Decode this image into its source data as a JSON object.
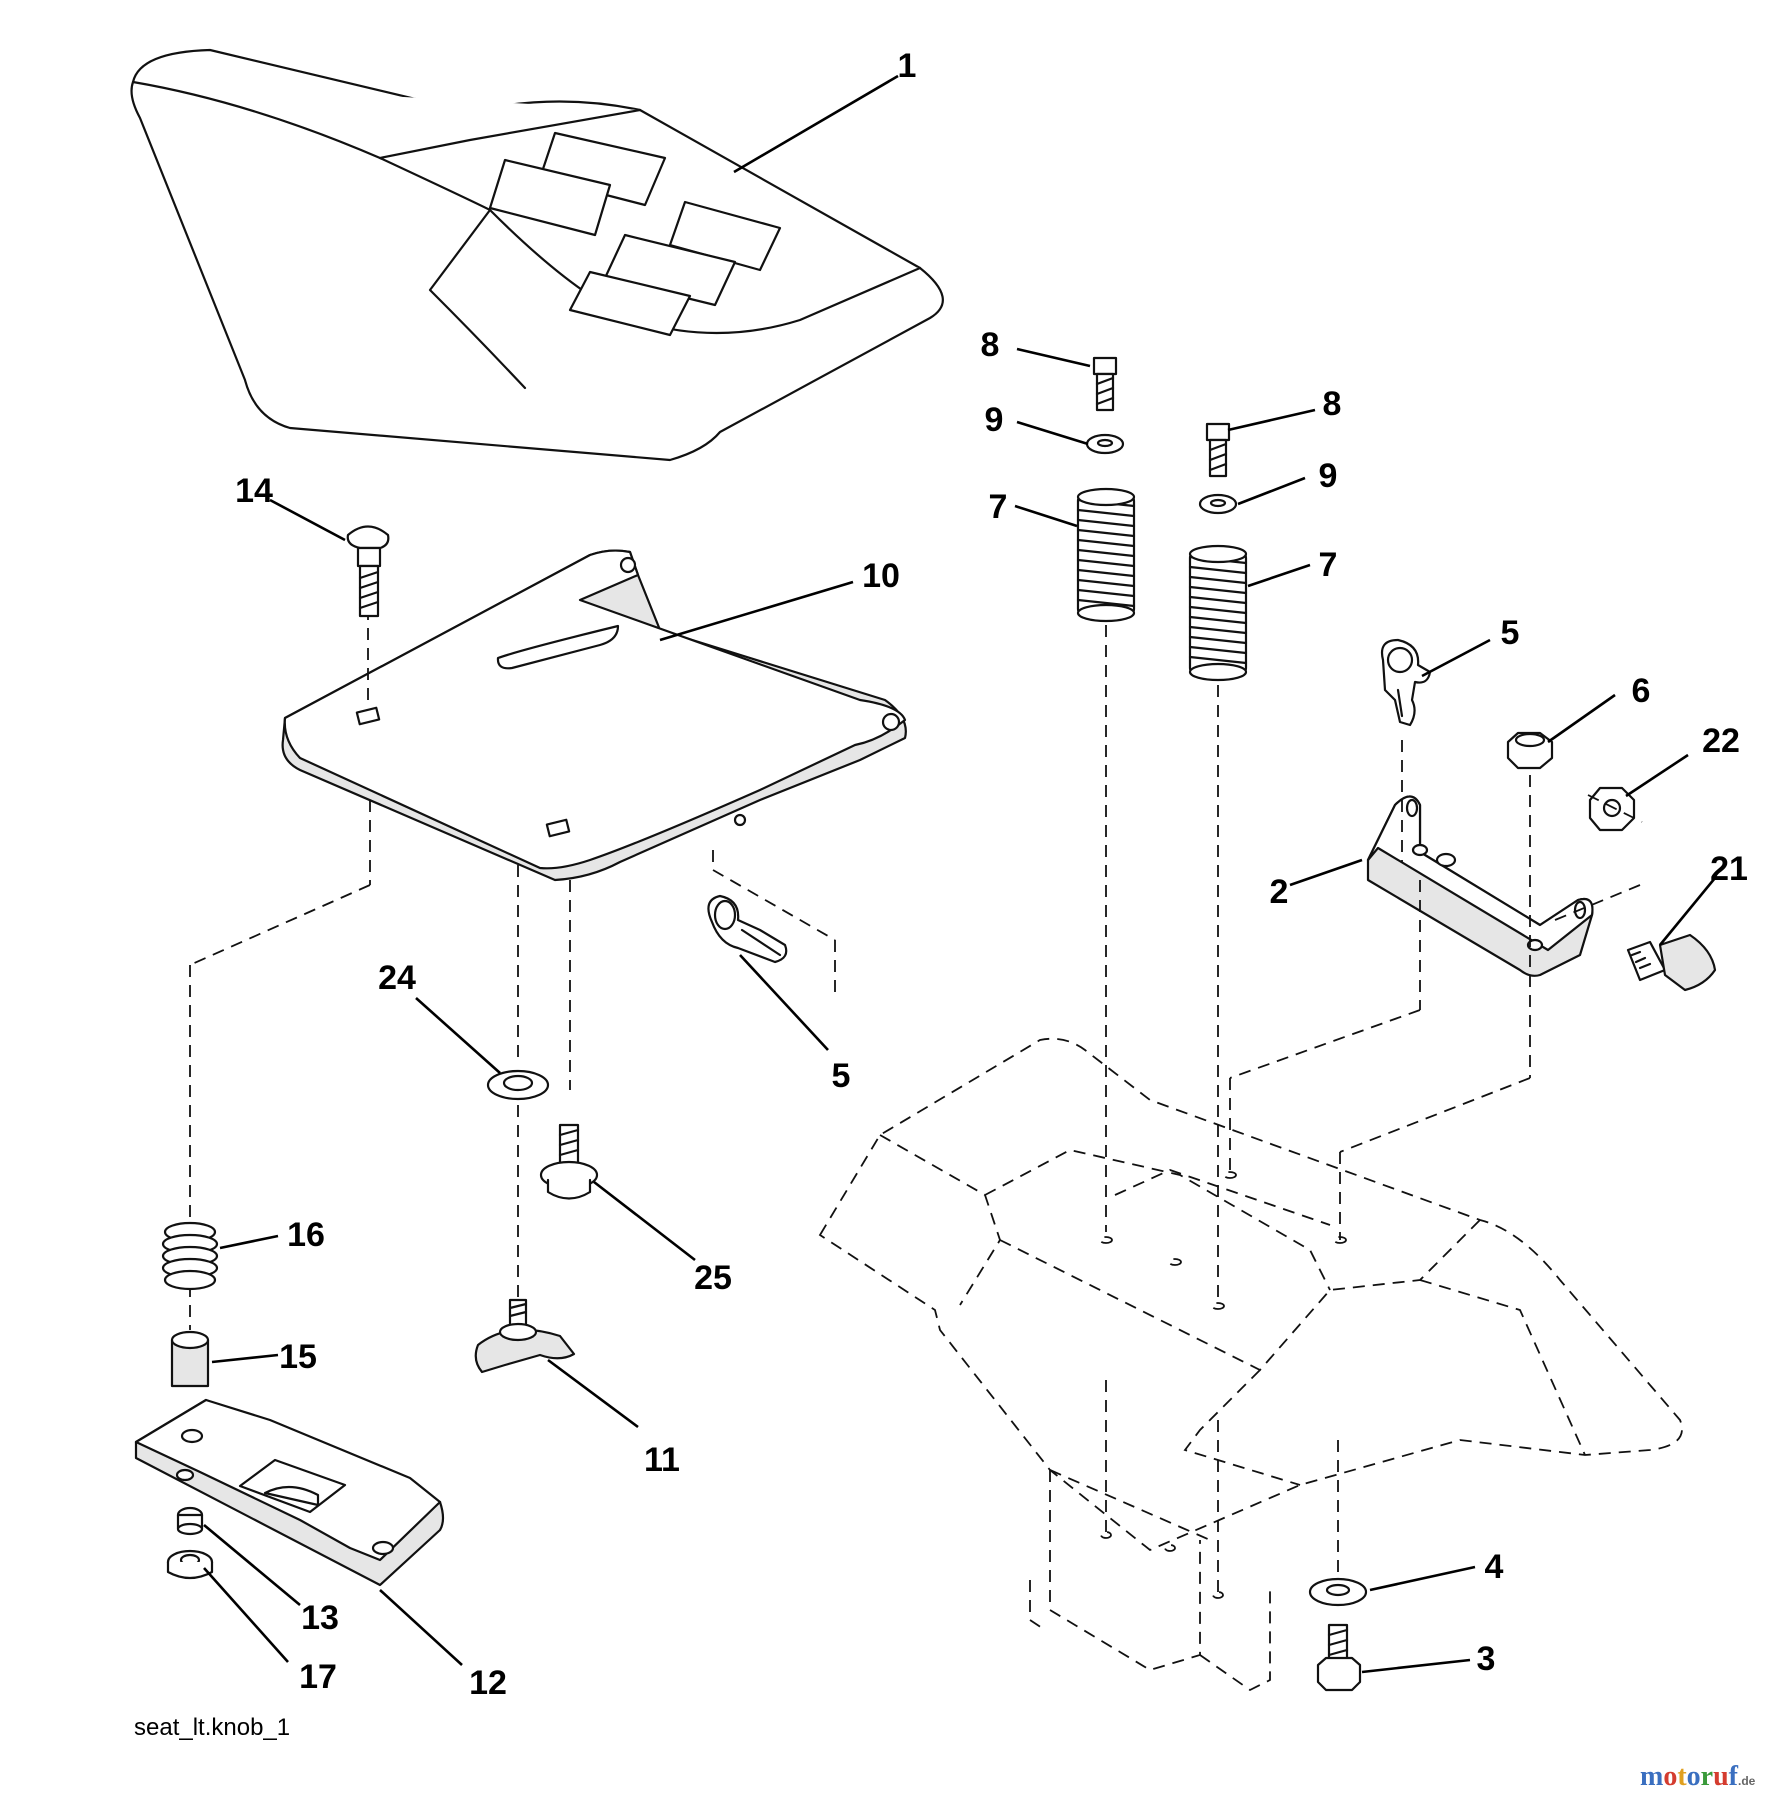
{
  "diagram": {
    "callouts": [
      {
        "part": "seat",
        "label": "1"
      },
      {
        "part": "seat-bolt-right",
        "label": "8"
      },
      {
        "part": "seat-bolt-left",
        "label": "8"
      },
      {
        "part": "washer-right",
        "label": "9"
      },
      {
        "part": "washer-left",
        "label": "9"
      },
      {
        "part": "spring-right",
        "label": "7"
      },
      {
        "part": "spring-left",
        "label": "7"
      },
      {
        "part": "carriage-bolt",
        "label": "14"
      },
      {
        "part": "seat-pan",
        "label": "10"
      },
      {
        "part": "wire-clip-right",
        "label": "5"
      },
      {
        "part": "wire-clip-left",
        "label": "5"
      },
      {
        "part": "nut",
        "label": "6"
      },
      {
        "part": "flange-nut",
        "label": "22"
      },
      {
        "part": "pivot-bracket",
        "label": "2"
      },
      {
        "part": "shoulder-bolt",
        "label": "21"
      },
      {
        "part": "flat-washer",
        "label": "24"
      },
      {
        "part": "screw",
        "label": "25"
      },
      {
        "part": "spring-small",
        "label": "16"
      },
      {
        "part": "spacer",
        "label": "15"
      },
      {
        "part": "knob",
        "label": "11"
      },
      {
        "part": "slide-plate",
        "label": "12"
      },
      {
        "part": "nut-small",
        "label": "13"
      },
      {
        "part": "nut-flange-small",
        "label": "17"
      },
      {
        "part": "washer-bottom",
        "label": "4"
      },
      {
        "part": "bolt-bottom",
        "label": "3"
      }
    ],
    "caption": "seat_lt.knob_1",
    "watermark": "motoruf.de"
  }
}
